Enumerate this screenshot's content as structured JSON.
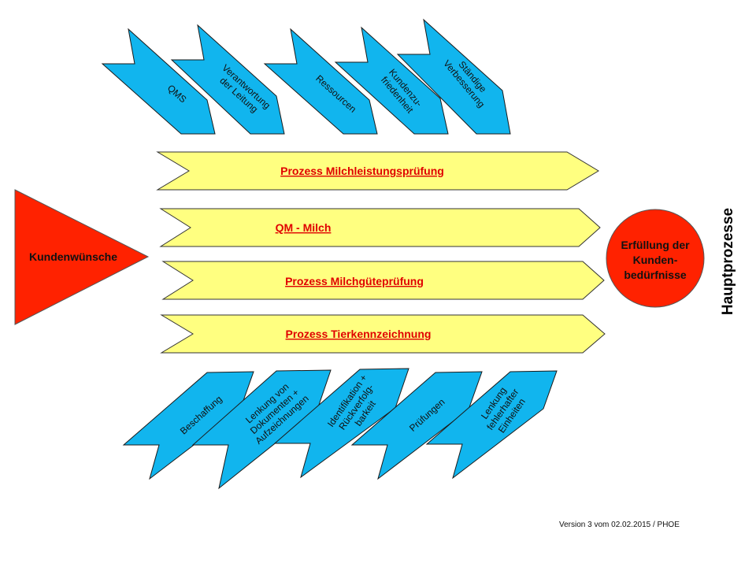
{
  "top_items": [
    {
      "lines": [
        "QMS"
      ]
    },
    {
      "lines": [
        "Verantwortung",
        "der Leitung"
      ]
    },
    {
      "lines": [
        "Ressourcen"
      ]
    },
    {
      "lines": [
        "Kundenzu-",
        "friedenheit"
      ]
    },
    {
      "lines": [
        "Ständige",
        "Verbesserung"
      ]
    }
  ],
  "processes": [
    "Prozess Milchleistungsprüfung",
    "QM - Milch",
    "Prozess Milchgüteprüfung",
    "Prozess Tierkennzeichnung"
  ],
  "bottom_items": [
    {
      "lines": [
        "Beschaffung"
      ]
    },
    {
      "lines": [
        "Lenkung von",
        "Dokumenten  +",
        "Aufzeichnungen"
      ]
    },
    {
      "lines": [
        "Identifikation +",
        "Rückverfolg-",
        "barkeit"
      ]
    },
    {
      "lines": [
        "Prüfungen"
      ]
    },
    {
      "lines": [
        "Lenkung",
        "fehlerhafter",
        "Einheiten"
      ]
    }
  ],
  "input": "Kundenwünsche",
  "output": {
    "lines": [
      "Erfüllung der",
      "Kunden-",
      "bedürfnisse"
    ]
  },
  "side_label": "Hauptprozesse",
  "footer": "Version 3 vom 02.02.2015 / PHOE",
  "colors": {
    "blue": "#11b5ee",
    "yellow": "#ffff80",
    "red": "#ff2200",
    "link_red": "#e00000"
  }
}
